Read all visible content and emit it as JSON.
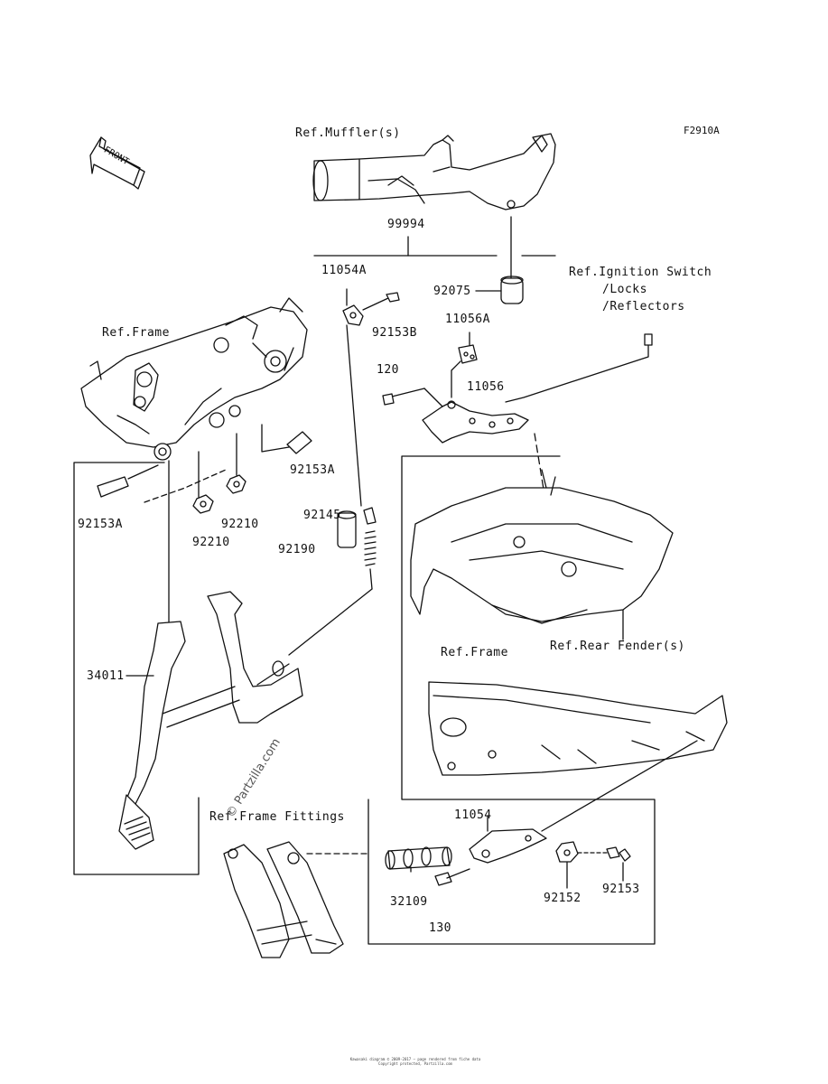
{
  "drawing_id": "F2910A",
  "front_label": "FRONT",
  "watermark": "© Partzilla.com",
  "ref_labels": {
    "muffler": "Ref.Muffler(s)",
    "ignition_line1": "Ref.Ignition Switch",
    "ignition_line2": "/Locks",
    "ignition_line3": "/Reflectors",
    "frame_left": "Ref.Frame",
    "frame_right": "Ref.Frame",
    "rear_fender": "Ref.Rear Fender(s)",
    "frame_fittings": "Ref.Frame Fittings"
  },
  "part_numbers": {
    "p99994": "99994",
    "p11054A": "11054A",
    "p92075": "92075",
    "p92153B": "92153B",
    "p11056A": "11056A",
    "p120": "120",
    "p11056": "11056",
    "p92153A_right": "92153A",
    "p92153A_left": "92153A",
    "p92210_a": "92210",
    "p92210_b": "92210",
    "p92145": "92145",
    "p92190": "92190",
    "p34011": "34011",
    "p11054": "11054",
    "p32109": "32109",
    "p130": "130",
    "p92152": "92152",
    "p92153": "92153"
  },
  "footer_line1": "Kawasaki diagram © 2009-2017 — page rendered from fiche data",
  "footer_line2": "Copyright protected, Partzilla.com"
}
